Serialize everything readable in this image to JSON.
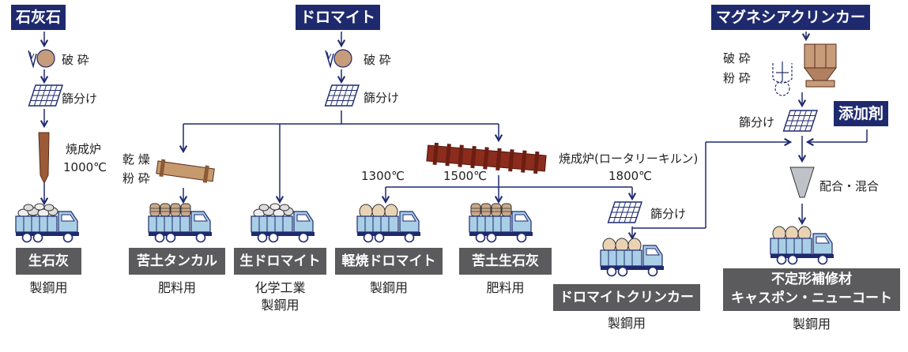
{
  "sources": {
    "limestone": "石灰石",
    "dolomite": "ドロマイト",
    "magnesia_clinker": "マグネシアクリンカー",
    "additive": "添加剤"
  },
  "steps": {
    "crush_1": "破 砕",
    "crush_2": "破 砕",
    "sieve_1": "篩分け",
    "sieve_2": "篩分け",
    "sieve_3": "篩分け",
    "sieve_4": "篩分け",
    "kiln_limestone": "焼成炉",
    "kiln_limestone_temp": "1000℃",
    "dry_label_1": "乾 燥",
    "dry_label_2": "粉 砕",
    "rotary_kiln": "焼成炉(ロータリーキルン)",
    "temp_1300": "1300℃",
    "temp_1500": "1500℃",
    "temp_1800": "1800℃",
    "magnesia_crush_1": "破 砕",
    "magnesia_crush_2": "粉 砕",
    "blend": "配合・混合"
  },
  "products": [
    {
      "name": "生石灰",
      "use": "製鋼用"
    },
    {
      "name": "苦土タンカル",
      "use": "肥料用"
    },
    {
      "name": "生ドロマイト",
      "use_1": "化学工業",
      "use_2": "製鋼用"
    },
    {
      "name": "軽焼ドロマイト",
      "use": "製鋼用"
    },
    {
      "name": "苦土生石灰",
      "use": "肥料用"
    },
    {
      "name": "ドロマイトクリンカー",
      "use": "製鋼用"
    },
    {
      "name_1": "不定形補修材",
      "name_2": "キャスポン・ニューコート",
      "use": "製鋼用"
    }
  ],
  "colors": {
    "header_bg": "#1f2a6e",
    "product_bg": "#5b5a5c",
    "arrow": "#1f2a6e",
    "truck": "#a9cfe6",
    "kiln": "#8b2c1d",
    "rock": "#c69c7a"
  }
}
